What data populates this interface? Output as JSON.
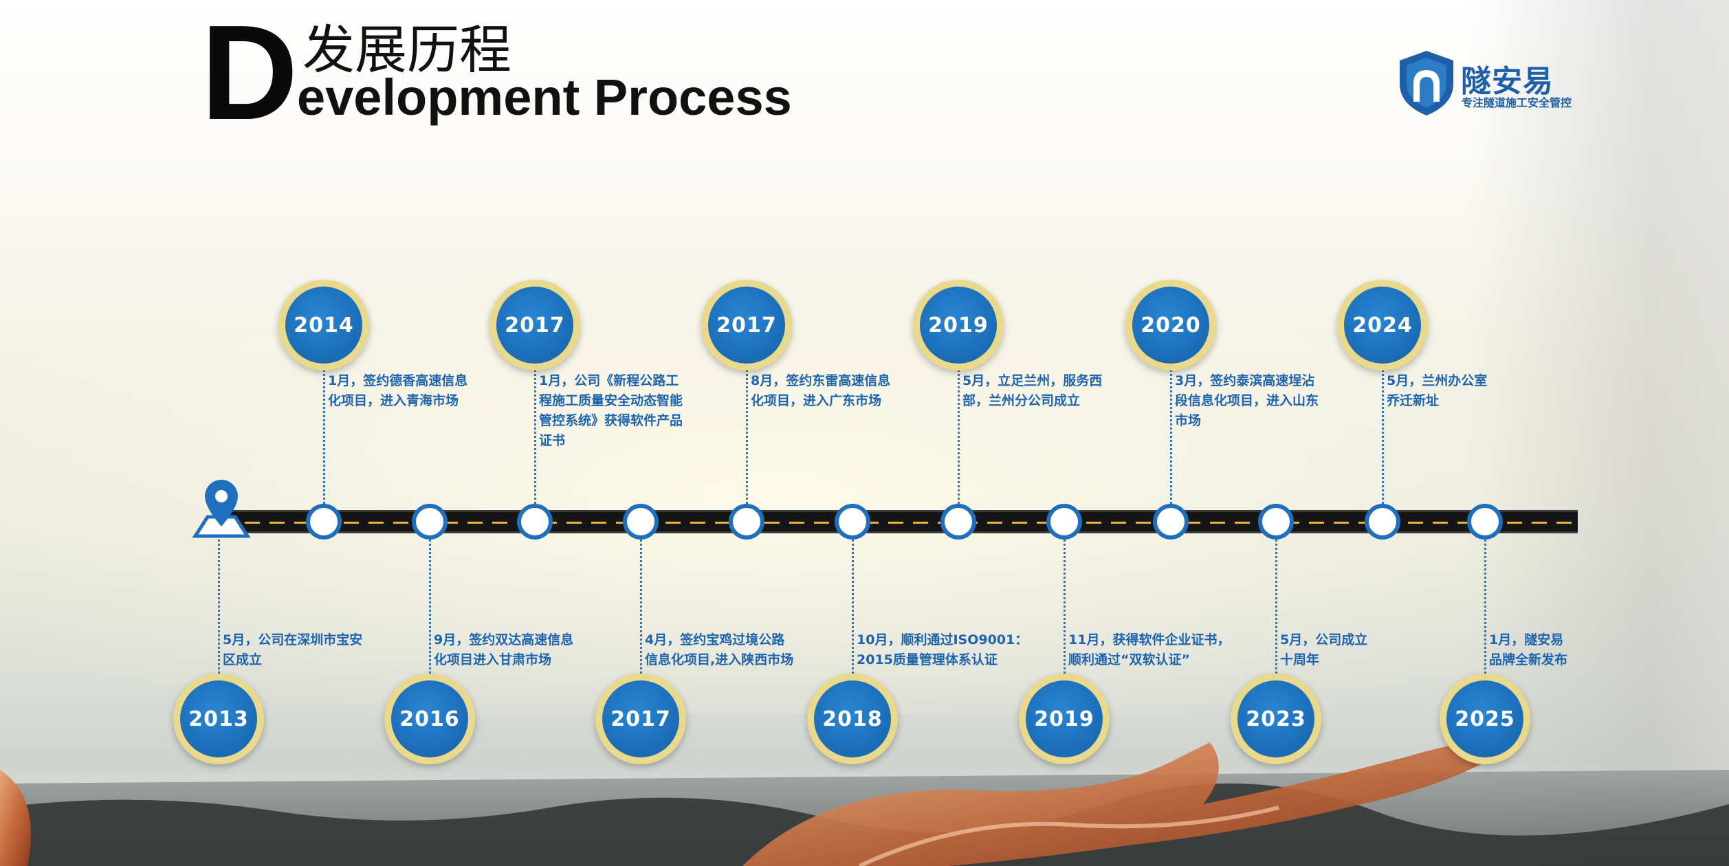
{
  "header": {
    "big_letter": "D",
    "title_cn": "发展历程",
    "title_en": "evelopment Process"
  },
  "logo": {
    "icon": "tunnel-shield-icon",
    "name": "隧安易",
    "slogan": "专注隧道施工安全管控"
  },
  "colors": {
    "accent_blue": "#1f6fbe",
    "badge_ring": "#e9d98c",
    "road": "#151515",
    "road_marking": "#e9b33a"
  },
  "timeline": {
    "start_icon": "location-pin-icon",
    "top": [
      {
        "year": "2014",
        "lines": [
          "1月，签约德香高速信息",
          "化项目，进入青海市场"
        ]
      },
      {
        "year": "2017",
        "lines": [
          "1月，公司《新程公路工",
          "程施工质量安全动态智能",
          "管控系统》获得软件产品",
          "证书"
        ]
      },
      {
        "year": "2017",
        "lines": [
          "8月，签约东雷高速信息",
          "化项目，进入广东市场"
        ]
      },
      {
        "year": "2019",
        "lines": [
          "5月，立足兰州，服务西",
          "部，兰州分公司成立"
        ]
      },
      {
        "year": "2020",
        "lines": [
          "3月，签约泰滨高速埕沾",
          "段信息化项目，进入山东",
          "市场"
        ]
      },
      {
        "year": "2024",
        "lines": [
          "5月，兰州办公室",
          "乔迁新址"
        ]
      }
    ],
    "bottom": [
      {
        "year": "2013",
        "lines": [
          "5月，公司在深圳市宝安",
          "区成立"
        ]
      },
      {
        "year": "2016",
        "lines": [
          "9月，签约双达高速信息",
          "化项目进入甘肃市场"
        ]
      },
      {
        "year": "2017",
        "lines": [
          "4月，签约宝鸡过境公路",
          "信息化项目,进入陕西市场"
        ]
      },
      {
        "year": "2018",
        "lines": [
          "10月，顺利通过ISO9001：",
          "2015质量管理体系认证"
        ]
      },
      {
        "year": "2019",
        "lines": [
          "11月，获得软件企业证书，",
          "顺利通过“双软认证”"
        ]
      },
      {
        "year": "2023",
        "lines": [
          "5月，公司成立",
          "十周年"
        ]
      },
      {
        "year": "2025",
        "lines": [
          "1月，隧安易",
          "品牌全新发布"
        ]
      }
    ]
  }
}
